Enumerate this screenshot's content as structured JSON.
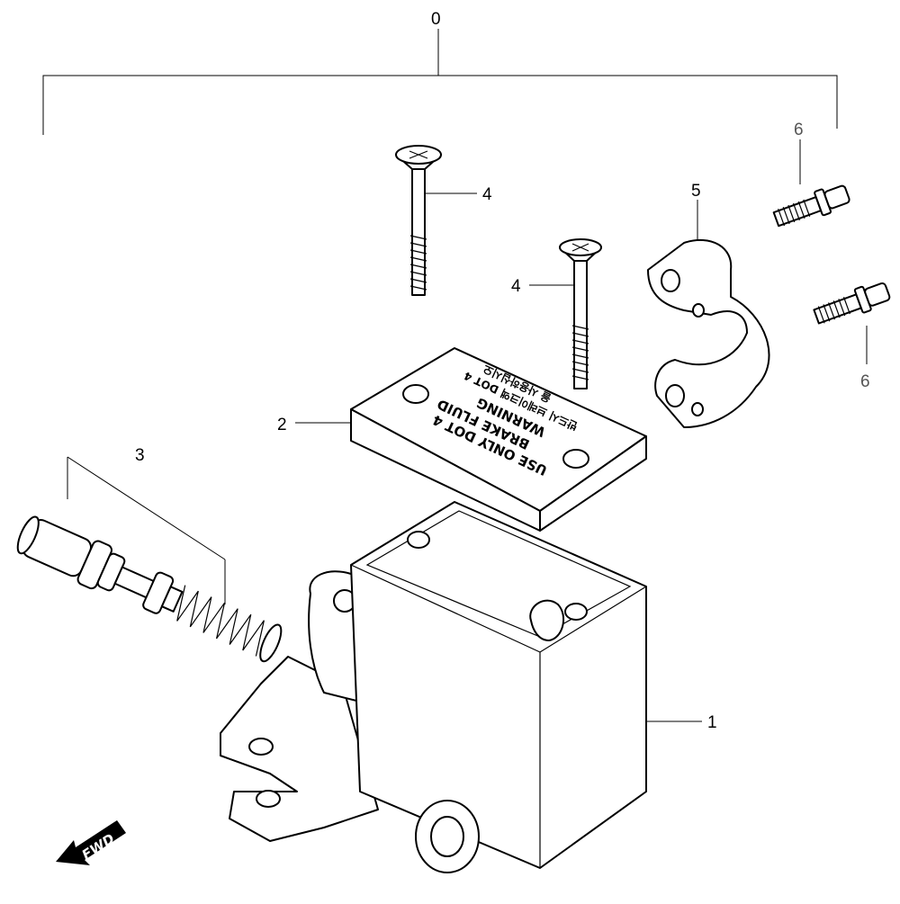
{
  "callouts": {
    "assembly": "0",
    "body": "1",
    "cap": "2",
    "piston": "3",
    "screw_upper": "4",
    "screw_lower": "4",
    "clamp": "5",
    "bolt_upper": "6",
    "bolt_lower": "6"
  },
  "cap_text": {
    "line1": "USE  ONLY  DOT 4",
    "line2": "BRAKE  FLUID",
    "line3": "WARNING",
    "line4": "반드시 브레이크액 DOT 4",
    "line5": "을 사용하십시오"
  },
  "fwd_label": "FWD",
  "colors": {
    "line": "#000000",
    "background": "#ffffff",
    "grey_callout": "#555555"
  }
}
